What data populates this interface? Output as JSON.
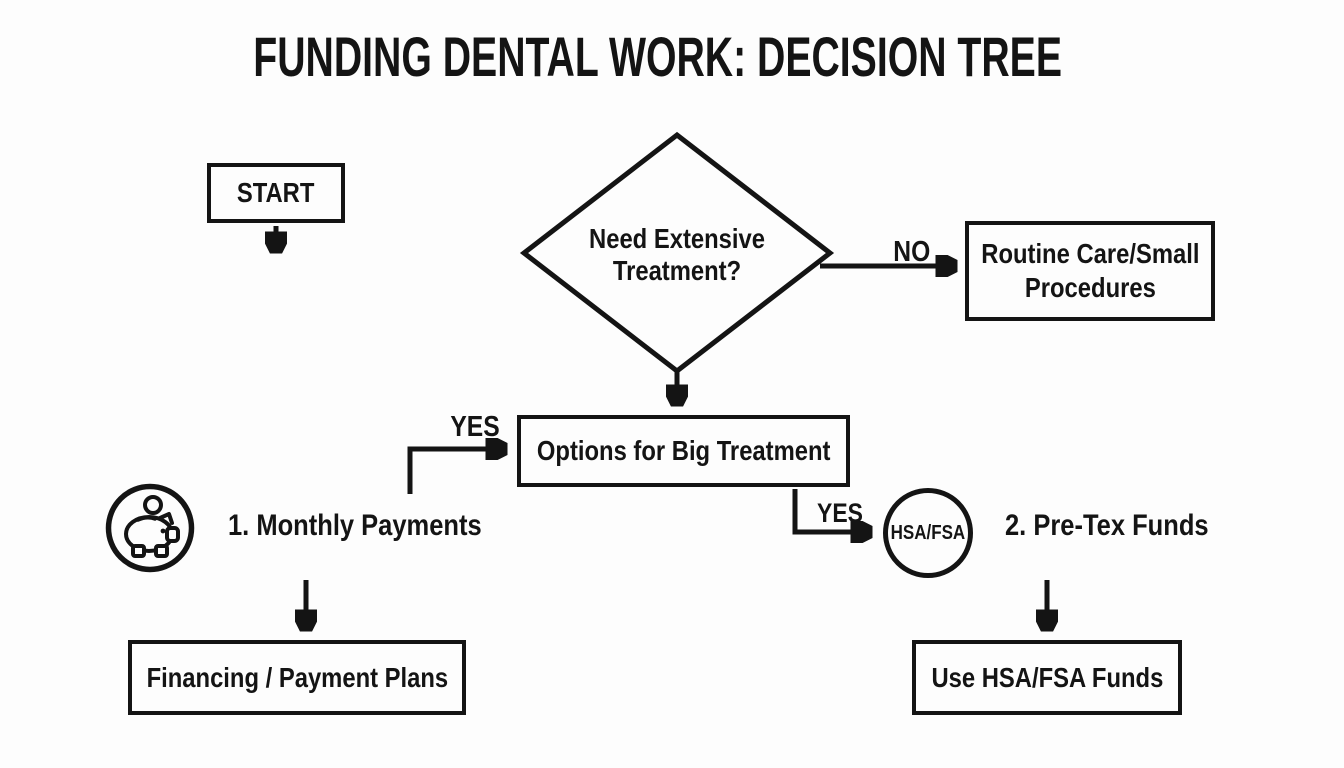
{
  "title": "FUNDING DENTAL WORK: DECISION TREE",
  "colors": {
    "ink": "#141414",
    "paper": "#fdfdfd"
  },
  "nodes": {
    "start": {
      "label": "START"
    },
    "decision": {
      "line1": "Need Extensive",
      "line2": "Treatment?"
    },
    "routine": {
      "line1": "Routine Care/Small",
      "line2": "Procedures"
    },
    "options": {
      "label": "Options for Big Treatment"
    },
    "financing": {
      "label": "Financing / Payment Plans"
    },
    "use_hsa": {
      "label": "Use HSA/FSA Funds"
    },
    "hsa_badge": {
      "label": "HSA/FSA"
    }
  },
  "edges": {
    "no": "NO",
    "yes_to_options": "YES",
    "yes_to_hsa": "YES"
  },
  "options_list": {
    "monthly": "1. Monthly Payments",
    "pretax": "2. Pre-Tex Funds"
  },
  "icons": {
    "piggy_bank": "piggy-bank-icon"
  }
}
